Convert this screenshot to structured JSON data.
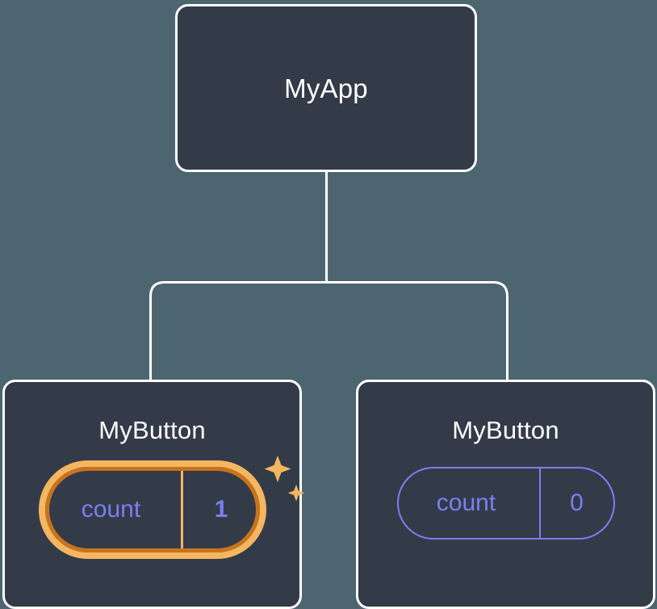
{
  "diagram": {
    "type": "component-tree",
    "background_color": "#4c6571",
    "node_fill_color": "#333b49",
    "node_border_color": "#ffffff",
    "connector_color": "#ffffff",
    "state_color": "#7b7ff0",
    "highlight_outer_color": "#c8741c",
    "highlight_inner_color": "#f5b661",
    "sparkle_color": "#f5b661",
    "root": {
      "title": "MyApp"
    },
    "children": [
      {
        "title": "MyButton",
        "state": {
          "key": "count",
          "value": "1"
        },
        "highlighted": true,
        "sparkle_icons": [
          "sparkle-large-icon",
          "sparkle-small-icon"
        ]
      },
      {
        "title": "MyButton",
        "state": {
          "key": "count",
          "value": "0"
        },
        "highlighted": false,
        "sparkle_icons": []
      }
    ]
  }
}
